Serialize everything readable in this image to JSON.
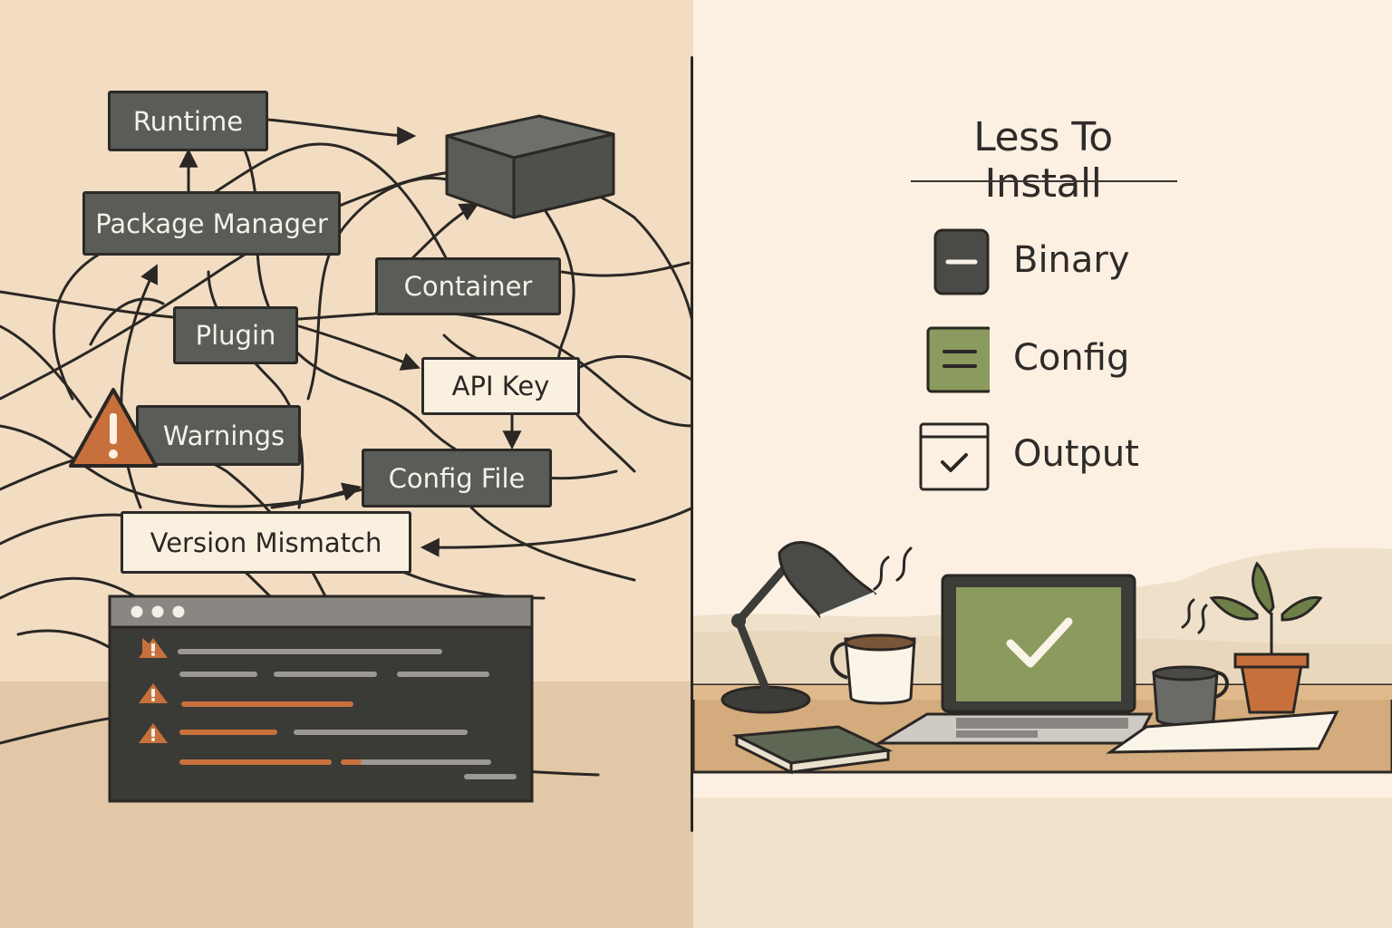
{
  "left_panel": {
    "boxes": {
      "runtime": "Runtime",
      "package_manager": "Package Manager",
      "container": "Container",
      "plugin": "Plugin",
      "api_key": "API Key",
      "warnings": "Warnings",
      "config_file": "Config File",
      "version_mismatch": "Version Mismatch"
    }
  },
  "right_panel": {
    "title": "Less To Install",
    "items": [
      {
        "label": "Binary",
        "icon": "binary-icon"
      },
      {
        "label": "Config",
        "icon": "config-icon"
      },
      {
        "label": "Output",
        "icon": "output-checkbox-icon"
      }
    ]
  },
  "colors": {
    "dark_box": "#5a5c57",
    "accent_orange": "#c8703c",
    "accent_green": "#8b9a5e",
    "ink": "#2a2724"
  }
}
